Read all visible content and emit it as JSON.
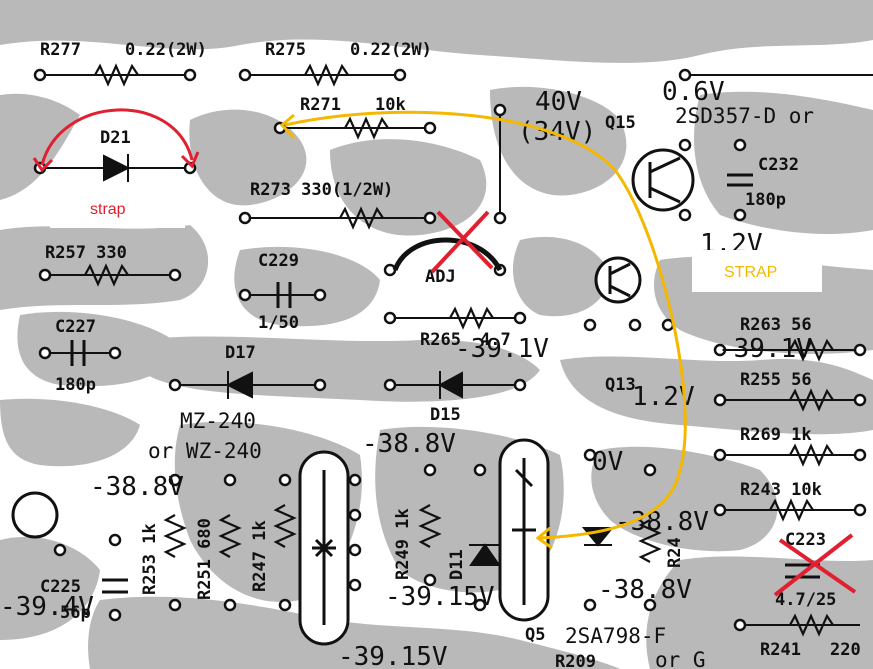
{
  "colors": {
    "trace": "#b9b9b9",
    "ink": "#111111",
    "red_mark": "#e02030",
    "yellow_mark": "#f5b800"
  },
  "component_labels": {
    "r277": "R277",
    "r277_value": "0.22(2W)",
    "r275": "R275",
    "r275_value": "0.22(2W)",
    "r271": "R271",
    "r271_value": "10k",
    "d21": "D21",
    "r273_full": "R273 330(1/2W)",
    "r257_full": "R257 330",
    "c229": "C229",
    "c229_value": "1/50",
    "c227": "C227",
    "c227_value": "180p",
    "adj": "ADJ",
    "r265": "R265",
    "r265_value": "4.7",
    "d17": "D17",
    "mz240": "MZ-240",
    "wz240": "or WZ-240",
    "d15": "D15",
    "q15": "Q15",
    "q15_type": "2SD357-D or",
    "c232": "C232",
    "c232_value": "180p",
    "q13": "Q13",
    "r263": "R263  56",
    "r255": "R255  56",
    "r269": "R269  1k",
    "r243": "R243  10k",
    "c223": "C223",
    "c223_value": "4.7/25",
    "r241": "R241",
    "r241_value": "220",
    "r253": "R253 1k",
    "r251": "R251 680",
    "r247": "R247 1k",
    "r249": "R249 1k",
    "d11": "D11",
    "q5_label": "Q5",
    "q5_type": "2SA798-F",
    "q5_type_alt": "or G",
    "r24x": "R24",
    "c225": "C225",
    "c225_value": "56p",
    "r209": "R209"
  },
  "voltages": {
    "v40": "40V",
    "v34": "(34V)",
    "v06": "0.6V",
    "v12_top": "1.2V",
    "v391_left": "-39.1V",
    "v391_right": "-39.1V",
    "v12_mid": "1.2V",
    "v388_mid": "-38.8V",
    "v0": "0V",
    "v388_left": "-38.8V",
    "v388_right": "-38.8V",
    "v388_bottom_right": "-38.8V",
    "v3915_mid": "-39.15V",
    "v3915_bottom": "-39.15V",
    "v394": "-39.4V"
  },
  "annotations": {
    "strap_red": "strap",
    "strap_yellow": "STRAP"
  }
}
